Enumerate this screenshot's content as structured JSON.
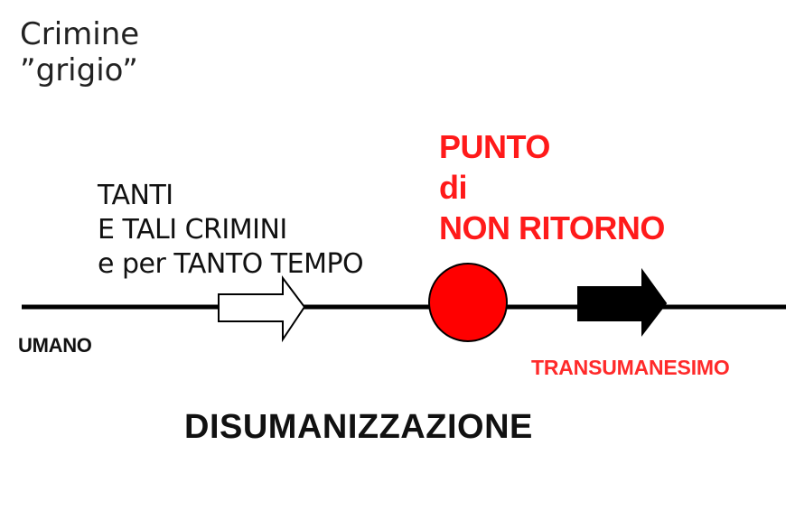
{
  "title": {
    "line1": "Crimine",
    "line2": "”grigio”"
  },
  "crimes": {
    "line1": "TANTI",
    "line2": "E TALI CRIMINI",
    "line3": "e per TANTO TEMPO"
  },
  "point": {
    "line1": "PUNTO",
    "line2": "di",
    "line3": "NON RITORNO"
  },
  "labels": {
    "start": "UMANO",
    "end": "TRANSUMANESIMO",
    "bottom": "DISUMANIZZAZIONE"
  },
  "colors": {
    "accent_red": "#ff1a1a",
    "line": "#000000",
    "arrow_hollow": "#ffffff",
    "arrow_solid": "#000000"
  }
}
